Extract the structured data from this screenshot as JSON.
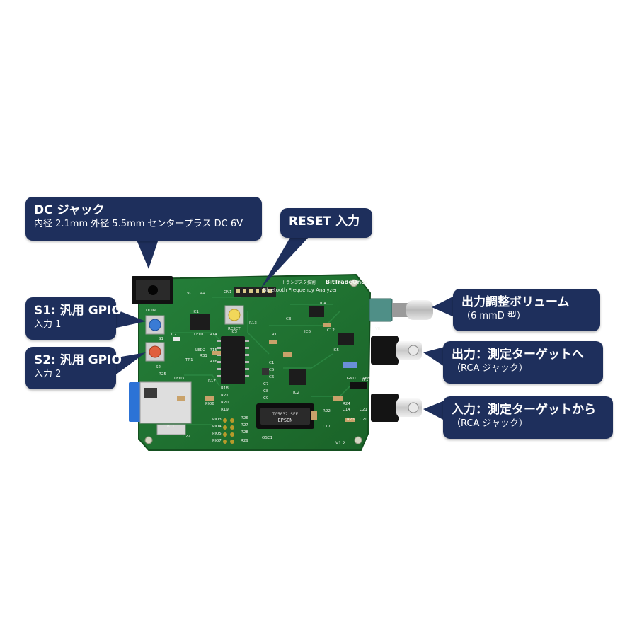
{
  "callouts": {
    "dc_jack": {
      "title": "DC ジャック",
      "detail": "内径 2.1mm 外径 5.5mm センタープラス DC 6V"
    },
    "reset": {
      "title": "RESET 入力"
    },
    "s1": {
      "title": "S1: 汎用 GPIO",
      "detail": "入力 1"
    },
    "s2": {
      "title": "S2: 汎用 GPIO",
      "detail": "入力 2"
    },
    "volume": {
      "title": "出力調整ボリューム",
      "detail": "（6 mmD 型）"
    },
    "output": {
      "title": "出力：測定ターゲットへ",
      "detail": "（RCA ジャック）"
    },
    "input": {
      "title": "入力：測定ターゲットから",
      "detail": "（RCA ジャック）"
    }
  },
  "board": {
    "brand": "BitTradeOne.",
    "brand_jp": "トランジスタ技術",
    "product": "Bluetooth Frequency Analyzer",
    "version": "V1.2",
    "crystal": "EPSON",
    "crystal_part": "TG5032 SFF",
    "labels": [
      "CN1",
      "DCIN",
      "S1",
      "S2",
      "IC1",
      "IC2",
      "IC3",
      "IC4",
      "IC5",
      "IC6",
      "LED1",
      "LED2",
      "LED3",
      "RESET",
      "R1",
      "R13",
      "R14",
      "R15",
      "R16",
      "R17",
      "R18",
      "R19",
      "R20",
      "R21",
      "R22",
      "R23",
      "R24",
      "R25",
      "R26",
      "R27",
      "R28",
      "R29",
      "R31",
      "C1",
      "C2",
      "C3",
      "C5",
      "C6",
      "C7",
      "C8",
      "C9",
      "C12",
      "C14",
      "C17",
      "C20",
      "C21",
      "C22",
      "TR1",
      "BT1",
      "VR",
      "JP1",
      "OSC1",
      "PIO3",
      "PIO4",
      "PIO5",
      "PIO6",
      "PIO7",
      "GND",
      "OPEN",
      "V-",
      "V+"
    ],
    "colors": {
      "pcb": "#1f6f2e",
      "silk": "#f2f5ef",
      "callout": "#1e2f5c"
    }
  }
}
